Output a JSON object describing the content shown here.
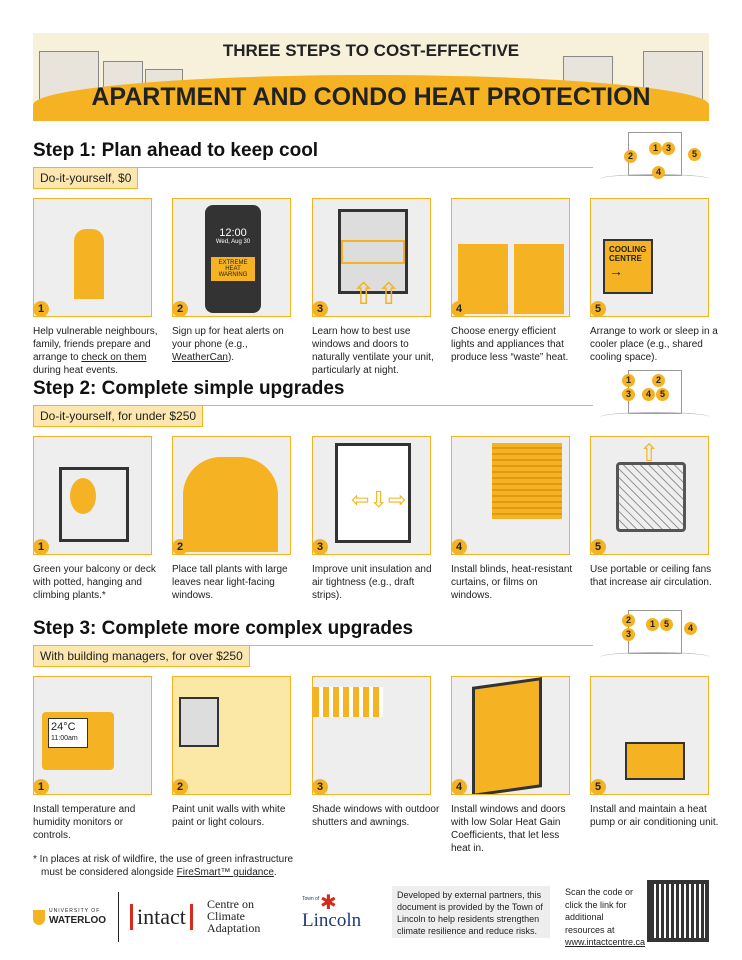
{
  "header": {
    "line1": "THREE STEPS TO COST-EFFECTIVE",
    "line2": "APARTMENT AND CONDO HEAT PROTECTION"
  },
  "steps": [
    {
      "title": "Step 1: Plan ahead to keep cool",
      "tag": "Do-it-yourself, $0",
      "items": [
        {
          "n": "1",
          "pre": "Help vulnerable neighbours, family, friends prepare and arrange to ",
          "link": "check on them",
          "post": " during heat events."
        },
        {
          "n": "2",
          "pre": "Sign up for heat alerts on your phone (e.g., ",
          "link": "WeatherCan",
          "post": ")."
        },
        {
          "n": "3",
          "pre": "Learn how to best use windows and doors to naturally ventilate your unit, particularly at night.",
          "link": "",
          "post": ""
        },
        {
          "n": "4",
          "pre": "Choose energy efficient lights and appliances that produce less “waste” heat.",
          "link": "",
          "post": ""
        },
        {
          "n": "5",
          "pre": "Arrange to work or sleep in a cooler place (e.g., shared cooling space).",
          "link": "",
          "post": ""
        }
      ]
    },
    {
      "title": "Step 2: Complete simple upgrades",
      "tag": "Do-it-yourself, for under $250",
      "items": [
        {
          "n": "1",
          "pre": "Green your balcony or deck with potted, hanging and climbing plants.*",
          "link": "",
          "post": ""
        },
        {
          "n": "2",
          "pre": "Place tall plants with large leaves near light-facing windows.",
          "link": "",
          "post": ""
        },
        {
          "n": "3",
          "pre": "Improve unit insulation and air tightness (e.g., draft strips).",
          "link": "",
          "post": ""
        },
        {
          "n": "4",
          "pre": "Install blinds, heat-resistant curtains, or films on windows.",
          "link": "",
          "post": ""
        },
        {
          "n": "5",
          "pre": "Use portable or ceiling fans that increase air circulation.",
          "link": "",
          "post": ""
        }
      ]
    },
    {
      "title": "Step 3: Complete more complex upgrades",
      "tag": "With building managers, for over $250",
      "items": [
        {
          "n": "1",
          "pre": "Install temperature and humidity monitors or controls.",
          "link": "",
          "post": ""
        },
        {
          "n": "2",
          "pre": "Paint unit walls with white paint or light colours.",
          "link": "",
          "post": ""
        },
        {
          "n": "3",
          "pre": "Shade windows with outdoor shutters and awnings.",
          "link": "",
          "post": ""
        },
        {
          "n": "4",
          "pre": "Install windows and doors with low Solar Heat Gain Coefficients, that let less heat in.",
          "link": "",
          "post": ""
        },
        {
          "n": "5",
          "pre": "Install and maintain a heat pump or air conditioning unit.",
          "link": "",
          "post": ""
        }
      ]
    }
  ],
  "illustrations": {
    "phone_time": "12:00",
    "phone_date": "Wed, Aug 30",
    "phone_alert": "EXTREME HEAT WARNING",
    "cooling_sign": "COOLING CENTRE",
    "cooling_arrow": "→",
    "thermostat_temp": "24°C",
    "thermostat_time": "11:00am"
  },
  "footnote": {
    "line1": "*  In places at risk of wildfire, the use of green infrastructure",
    "line2_pre": "must be considered alongside ",
    "link": "FireSmart™ guidance",
    "line2_post": "."
  },
  "logos": {
    "waterloo_small": "UNIVERSITY OF",
    "waterloo": "WATERLOO",
    "intact": "intact",
    "centre": "Centre on",
    "climate": "Climate",
    "adaptation": "Adaptation",
    "town_of": "Town of",
    "lincoln": "Lincoln"
  },
  "disclaimer": "Developed by external partners, this document is provided by the Town of Lincoln to help residents strengthen climate resilience and reduce risks.",
  "resources": {
    "text": "Scan the code or click the link for additional resources at",
    "link": "www.intactcentre.ca"
  },
  "colors": {
    "accent": "#f5b324",
    "tag_bg": "#fce7b0",
    "intact_red": "#d52b1e"
  }
}
